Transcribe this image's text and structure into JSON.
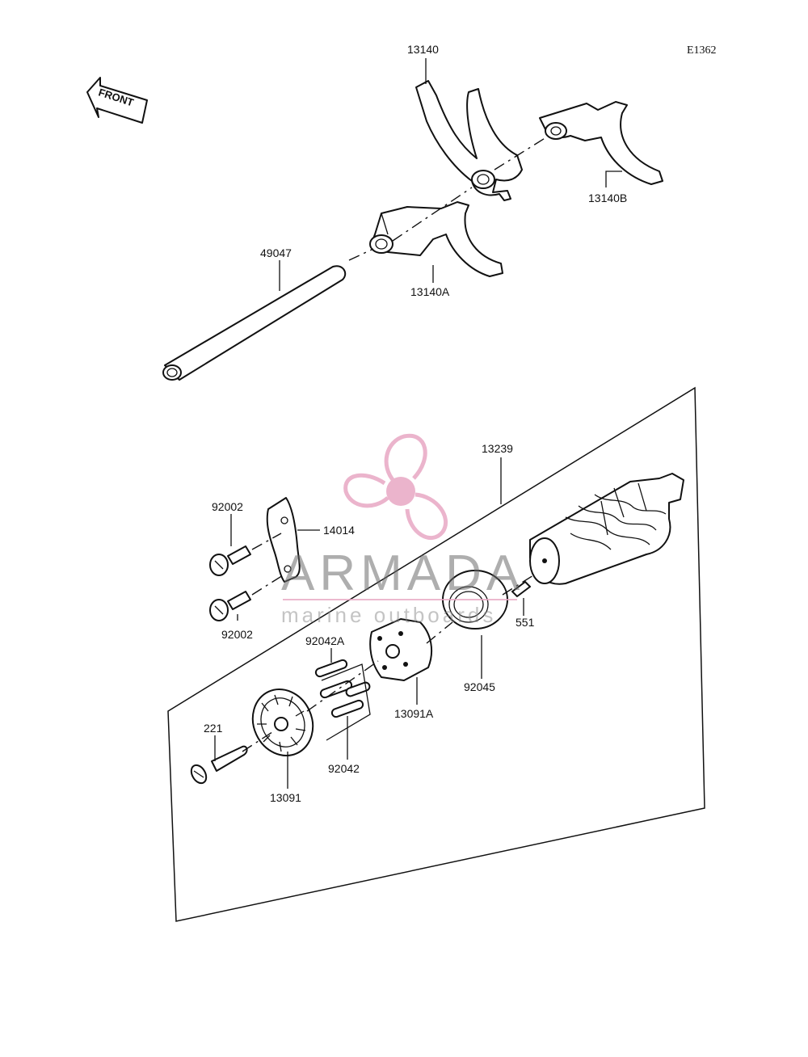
{
  "diagram": {
    "code": "E1362",
    "front_label": "FRONT",
    "labels": {
      "p13140": "13140",
      "p13140b": "13140B",
      "p13140a": "13140A",
      "p49047": "49047",
      "p13239": "13239",
      "p92002_top": "92002",
      "p14014": "14014",
      "p92002_bottom": "92002",
      "p551": "551",
      "p92042a": "92042A",
      "p92045": "92045",
      "p13091a": "13091A",
      "p221": "221",
      "p92042": "92042",
      "p13091": "13091"
    }
  },
  "watermark": {
    "brand": "ARMADA",
    "tagline": "marine outboards",
    "colors": {
      "propeller": "#e8a8c4",
      "text": "#6b6b6b"
    }
  }
}
